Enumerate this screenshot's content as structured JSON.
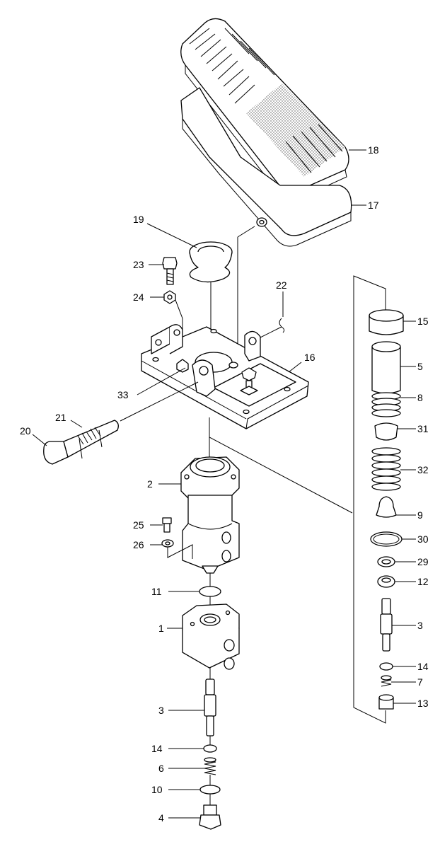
{
  "callouts": [
    {
      "key": "c18",
      "text": "18"
    },
    {
      "key": "c17",
      "text": "17"
    },
    {
      "key": "c19",
      "text": "19"
    },
    {
      "key": "c23",
      "text": "23"
    },
    {
      "key": "c24",
      "text": "24"
    },
    {
      "key": "c22",
      "text": "22"
    },
    {
      "key": "c16",
      "text": "16"
    },
    {
      "key": "c33",
      "text": "33"
    },
    {
      "key": "c21",
      "text": "21"
    },
    {
      "key": "c20",
      "text": "20"
    },
    {
      "key": "c2",
      "text": "2"
    },
    {
      "key": "c25",
      "text": "25"
    },
    {
      "key": "c26",
      "text": "26"
    },
    {
      "key": "c11",
      "text": "11"
    },
    {
      "key": "c1",
      "text": "1"
    },
    {
      "key": "c3a",
      "text": "3"
    },
    {
      "key": "c14a",
      "text": "14"
    },
    {
      "key": "c6",
      "text": "6"
    },
    {
      "key": "c10",
      "text": "10"
    },
    {
      "key": "c4",
      "text": "4"
    },
    {
      "key": "c15",
      "text": "15"
    },
    {
      "key": "c5",
      "text": "5"
    },
    {
      "key": "c8",
      "text": "8"
    },
    {
      "key": "c31",
      "text": "31"
    },
    {
      "key": "c32",
      "text": "32"
    },
    {
      "key": "c9",
      "text": "9"
    },
    {
      "key": "c30",
      "text": "30"
    },
    {
      "key": "c29",
      "text": "29"
    },
    {
      "key": "c12",
      "text": "12"
    },
    {
      "key": "c3b",
      "text": "3"
    },
    {
      "key": "c14b",
      "text": "14"
    },
    {
      "key": "c7",
      "text": "7"
    },
    {
      "key": "c13",
      "text": "13"
    }
  ]
}
